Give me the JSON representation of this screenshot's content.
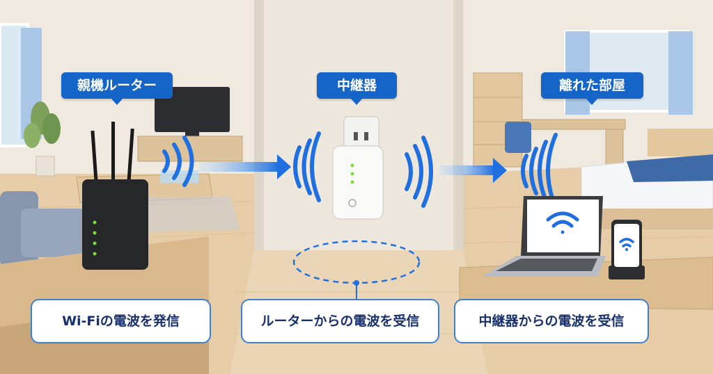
{
  "labels": {
    "router": "親機ルーター",
    "repeater": "中継器",
    "room": "離れた部屋"
  },
  "captions": {
    "router": "Wi-Fiの電波を発信",
    "repeater": "ルーターからの電波を受信",
    "room": "中継器からの電波を受信"
  },
  "colors": {
    "tag_bg": "#1565c8",
    "signal_blue": "#1f6fe0",
    "caption_border": "#3f7fd0",
    "caption_text": "#17306b",
    "wall": "#ece6dc",
    "floor": "#e3c9a3"
  },
  "icons": [
    "router-icon",
    "repeater-icon",
    "laptop-icon",
    "smartphone-icon",
    "wifi-icon",
    "signal-wave-icon",
    "arrow-icon"
  ]
}
